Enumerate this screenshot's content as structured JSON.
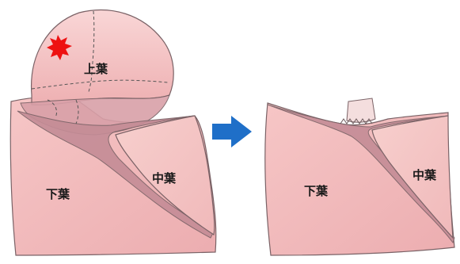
{
  "lobes": {
    "upper": "上葉",
    "middle": "中葉",
    "lower": "下葉"
  },
  "colors": {
    "lobe_fill": "#f2b8b8",
    "lobe_fill_light": "#f8d0cf",
    "lobe_shadow": "#c98f98",
    "fissure": "#8c6370",
    "outline": "#6d5a5c",
    "arrow": "#1f6fc8",
    "tumor": "#ee1111"
  },
  "icons": {
    "tumor": "red-starburst-icon",
    "arrow": "right-arrow-icon"
  }
}
